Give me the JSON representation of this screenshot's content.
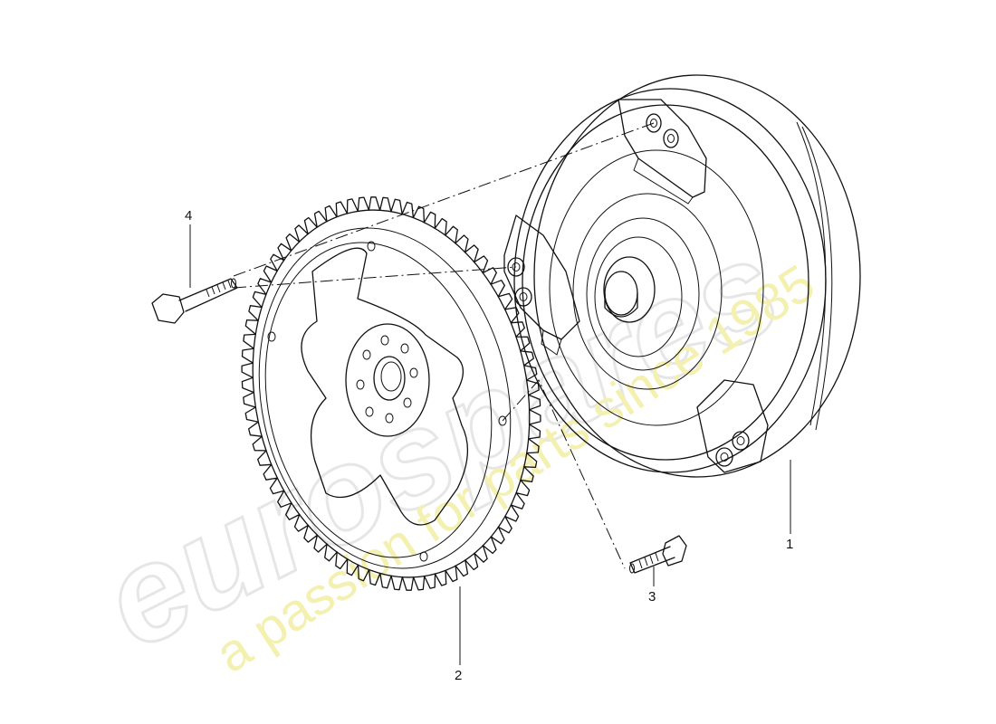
{
  "diagram": {
    "parts": [
      {
        "number": "1"
      },
      {
        "number": "2"
      },
      {
        "number": "3"
      },
      {
        "number": "4"
      }
    ]
  },
  "watermark": {
    "brand": "eurospares",
    "tagline": "a passion for parts since 1985",
    "brand_color": "#e6e6e6",
    "tagline_color": "#f3f0b0"
  }
}
